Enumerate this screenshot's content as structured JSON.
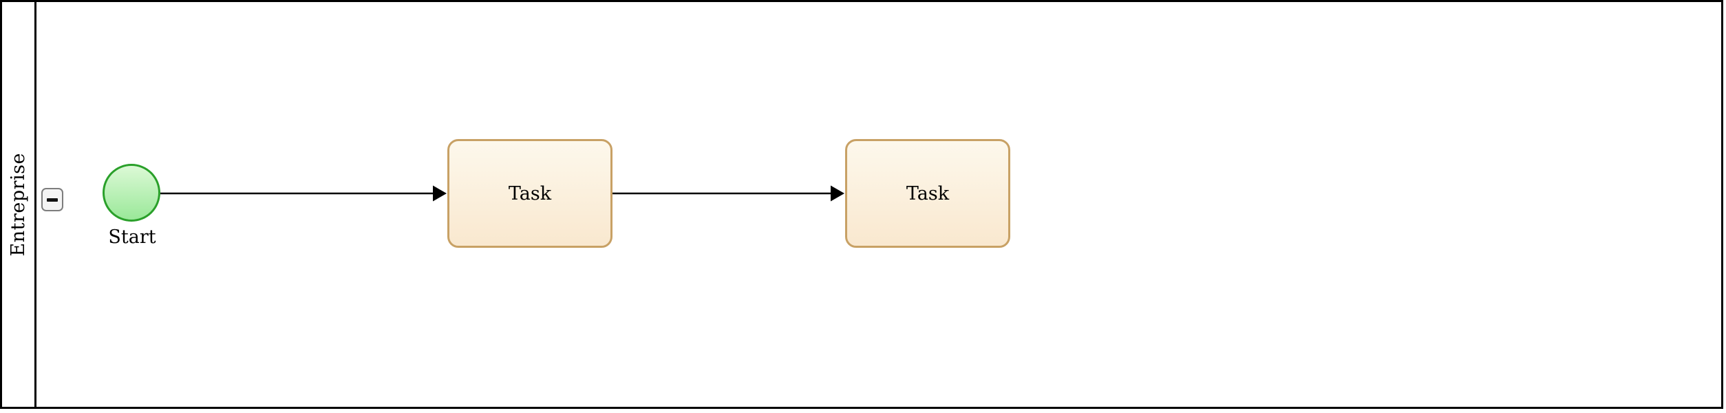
{
  "diagram": {
    "type": "bpmn-process",
    "pool": {
      "label": "Entreprise",
      "collapsed": false,
      "collapse_icon": "minus-icon"
    },
    "nodes": [
      {
        "id": "start",
        "type": "start-event",
        "label": "Start"
      },
      {
        "id": "task1",
        "type": "task",
        "label": "Task"
      },
      {
        "id": "task2",
        "type": "task",
        "label": "Task"
      }
    ],
    "flows": [
      {
        "from": "start",
        "to": "task1",
        "style": "solid-arrow"
      },
      {
        "from": "task1",
        "to": "task2",
        "style": "solid-arrow"
      }
    ],
    "colors": {
      "pool_border": "#000000",
      "start_border": "#2aa02a",
      "start_fill_top": "#dcf9d6",
      "start_fill_bottom": "#9ae899",
      "task_border": "#c8a165",
      "task_fill_top": "#fdf8ec",
      "task_fill_bottom": "#f9e8cf",
      "flow_stroke": "#000000",
      "button_border": "#7d7d7d",
      "button_fill": "#f4f4f4",
      "text": "#000000",
      "background": "#ffffff"
    }
  }
}
